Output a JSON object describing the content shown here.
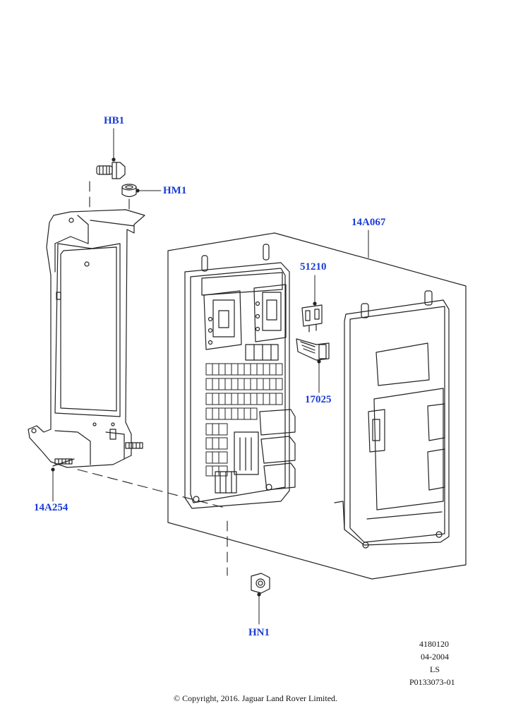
{
  "callouts": {
    "hb1": "HB1",
    "hm1": "HM1",
    "a067": "14A067",
    "c51210": "51210",
    "c17025": "17025",
    "a254": "14A254",
    "hn1": "HN1"
  },
  "meta": {
    "drawing_no": "4180120",
    "date": "04-2004",
    "code": "LS",
    "part_ref": "P0133073-01"
  },
  "copyright": "© Copyright, 2016. Jaguar Land Rover Limited.",
  "colors": {
    "callout": "#1a3bd6",
    "line": "#222222"
  }
}
